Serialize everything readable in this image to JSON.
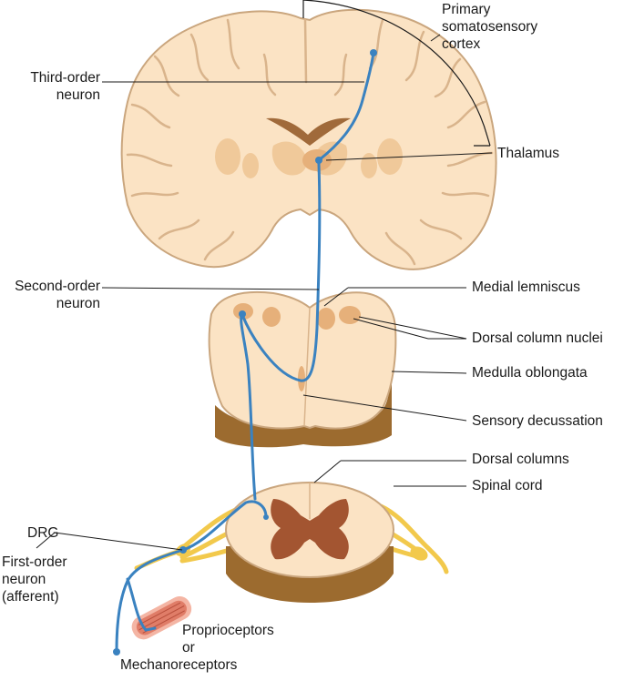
{
  "labels": {
    "primary_cortex": [
      "Primary",
      "somatosensory",
      "cortex"
    ],
    "third_order": [
      "Third-order",
      "neuron"
    ],
    "thalamus": "Thalamus",
    "second_order": [
      "Second-order",
      "neuron"
    ],
    "medial_lemniscus": "Medial lemniscus",
    "dorsal_column_nuclei": "Dorsal column nuclei",
    "medulla": "Medulla oblongata",
    "sensory_decussation": "Sensory decussation",
    "dorsal_columns": "Dorsal columns",
    "spinal_cord": "Spinal cord",
    "drg": "DRG",
    "first_order": [
      "First-order",
      "neuron",
      "(afferent)"
    ],
    "receptors": [
      "Proprioceptors",
      "or",
      "Mechanoreceptors"
    ]
  },
  "colors": {
    "tissue": "#fbe3c4",
    "tissue_outline": "#caa67e",
    "gray_matter": "#f0c99a",
    "nuclei": "#e6b07a",
    "cut_surface": "#9c6b2f",
    "spinal_gray": "#a35531",
    "neuron": "#3a82c0",
    "nerve": "#f2c94c",
    "muscle": "#e07d68"
  }
}
